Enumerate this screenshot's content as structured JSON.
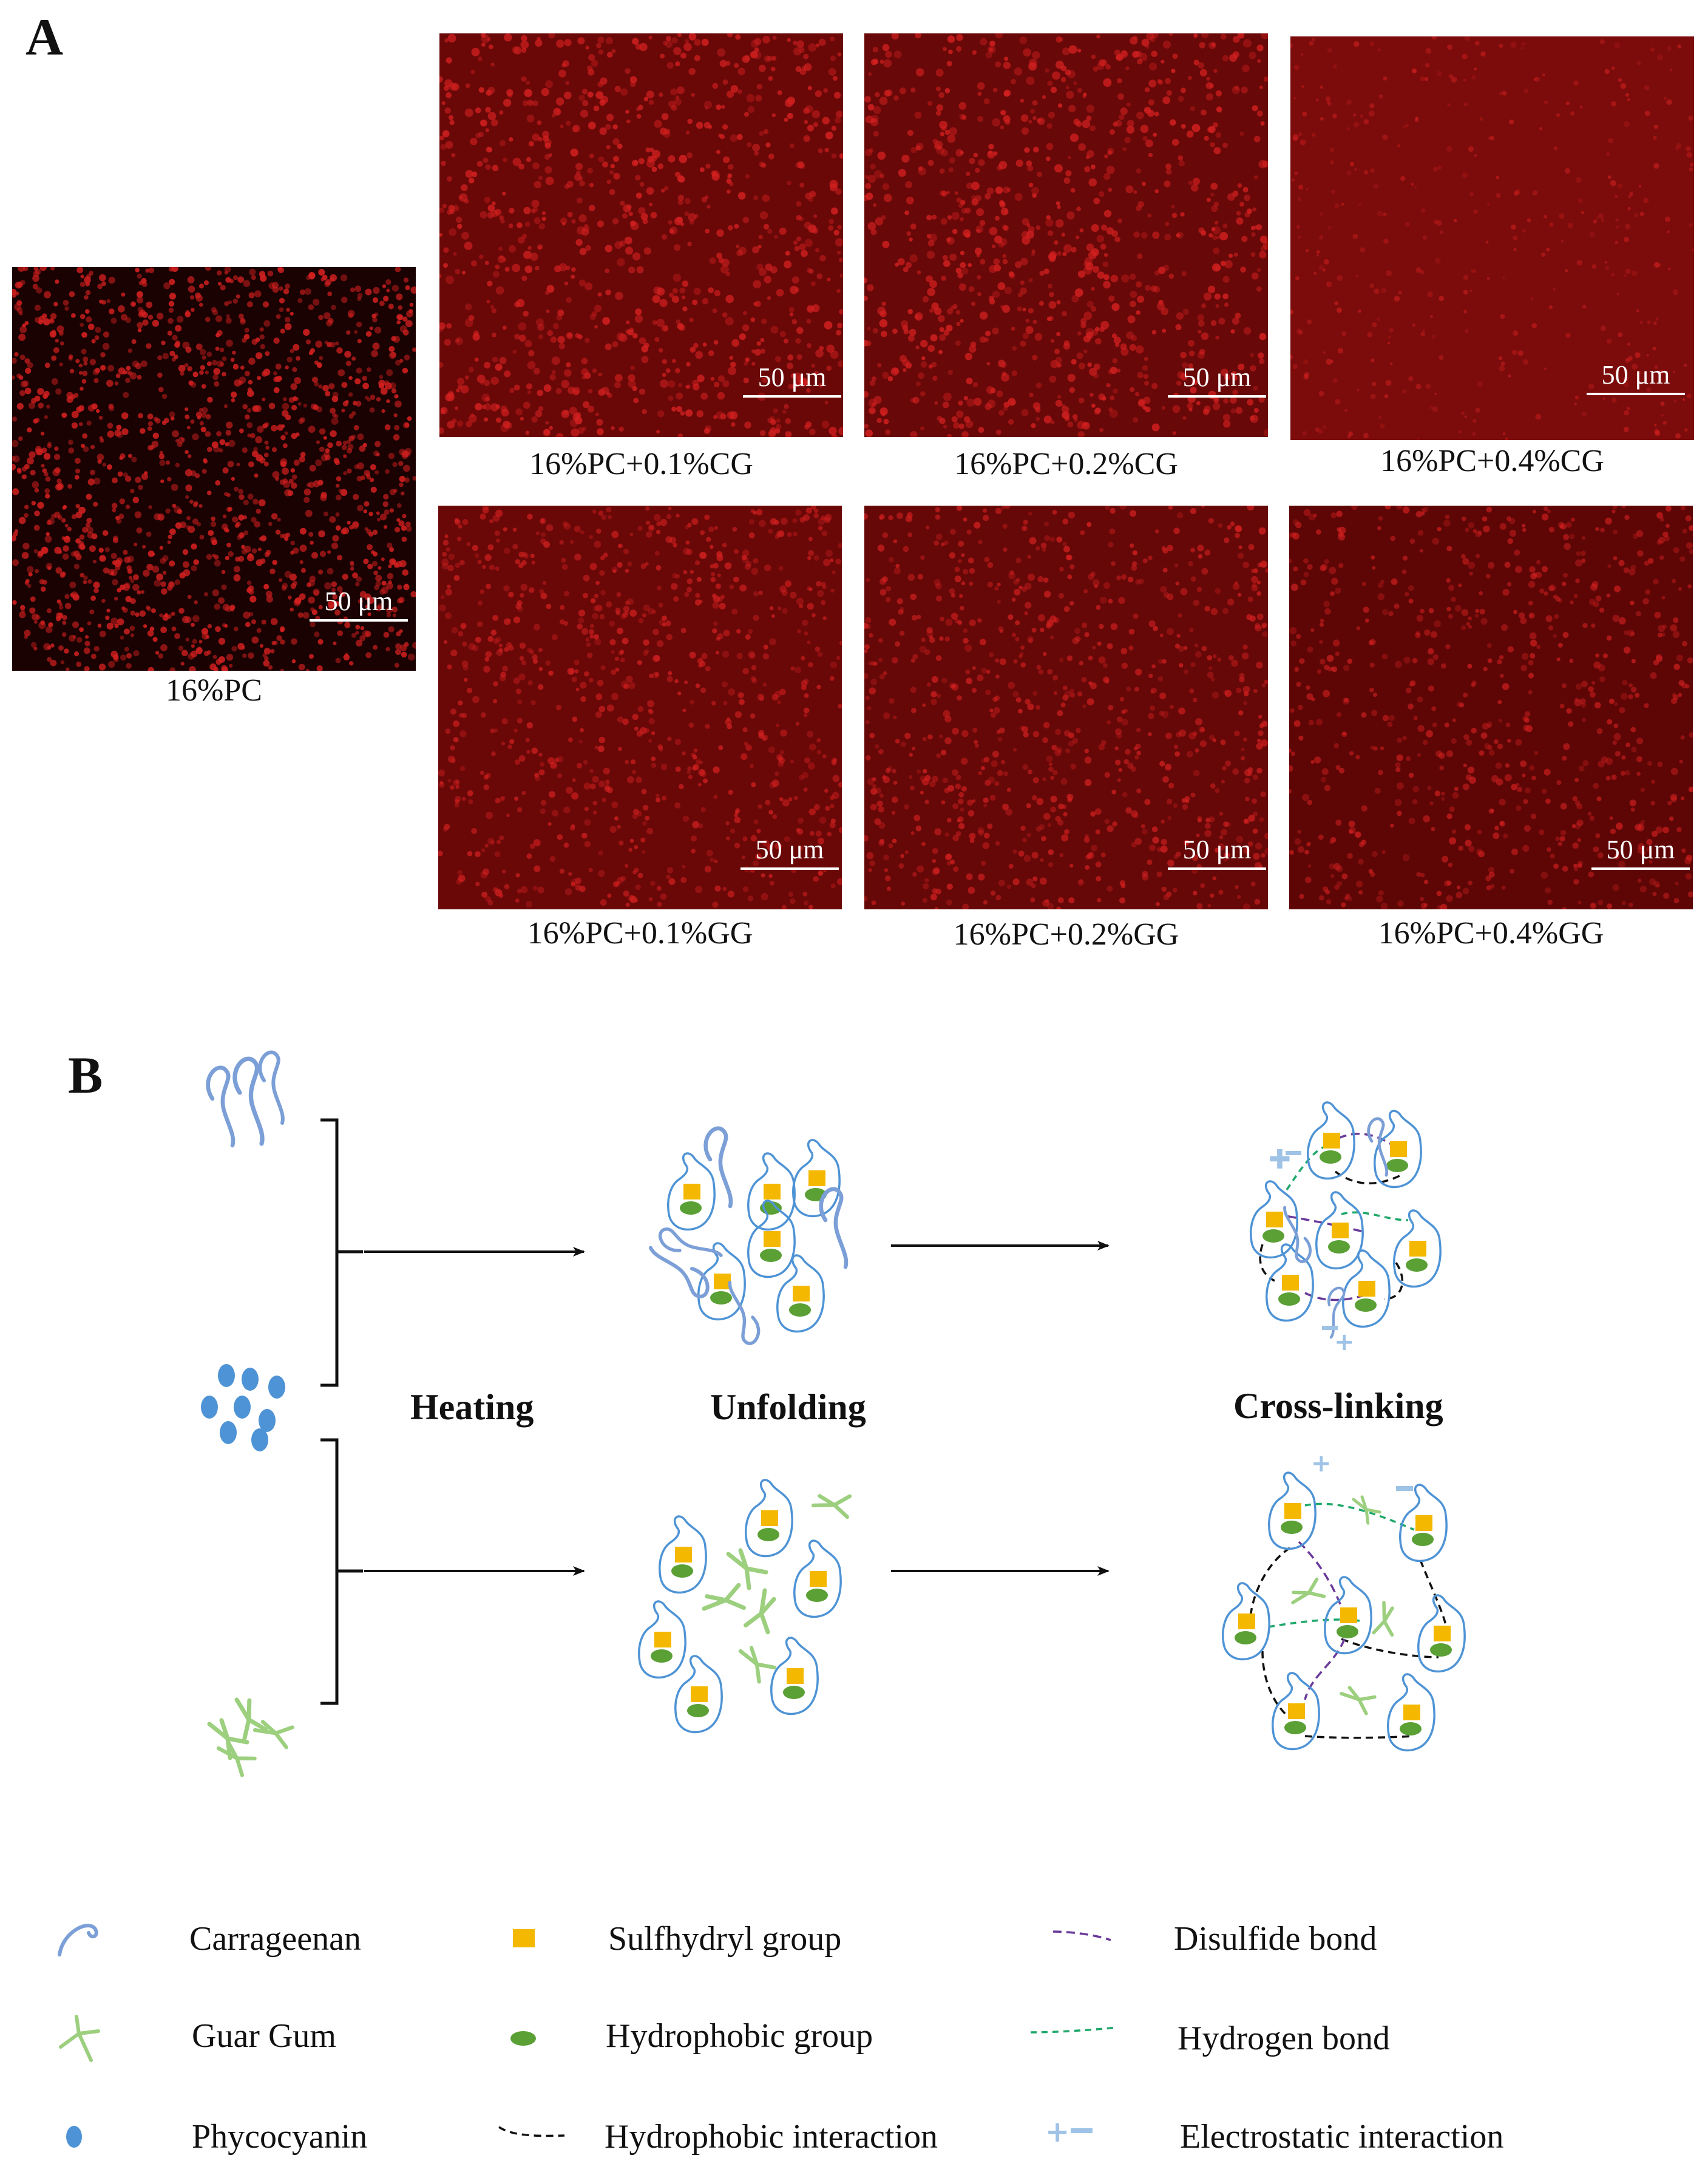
{
  "panel_a": {
    "letter": "A",
    "scale_label": "50 μm",
    "images": [
      {
        "caption": "16%PC"
      },
      {
        "caption": "16%PC+0.1%CG"
      },
      {
        "caption": "16%PC+0.2%CG"
      },
      {
        "caption": "16%PC+0.4%CG"
      },
      {
        "caption": "16%PC+0.1%GG"
      },
      {
        "caption": "16%PC+0.2%GG"
      },
      {
        "caption": "16%PC+0.4%GG"
      }
    ]
  },
  "panel_b": {
    "letter": "B",
    "stages": {
      "heating": "Heating",
      "unfolding": "Unfolding",
      "crosslinking": "Cross-linking"
    }
  },
  "legend": {
    "carrageenan": "Carrageenan",
    "guar_gum": "Guar Gum",
    "phycocyanin": "Phycocyanin",
    "sulfhydryl": "Sulfhydryl group",
    "hydrophobic_group": "Hydrophobic group",
    "hydrophobic_interaction": "Hydrophobic interaction",
    "disulfide": "Disulfide bond",
    "hydrogen": "Hydrogen bond",
    "electrostatic": "Electrostatic interaction"
  },
  "colors": {
    "micro_bg": "#6e0a0a",
    "micro_spot": "#d42020",
    "carrageenan": "#7b9fd6",
    "guar_gum": "#9ccf7e",
    "phycocyanin": "#4e93d5",
    "sulfhydryl": "#f5b800",
    "hydrophobic": "#5aa035",
    "disulfide": "#6a3a9a",
    "hydrogen": "#1ea86a",
    "hydrophobic_interaction": "#111111",
    "electrostatic": "#9ec3e6"
  }
}
